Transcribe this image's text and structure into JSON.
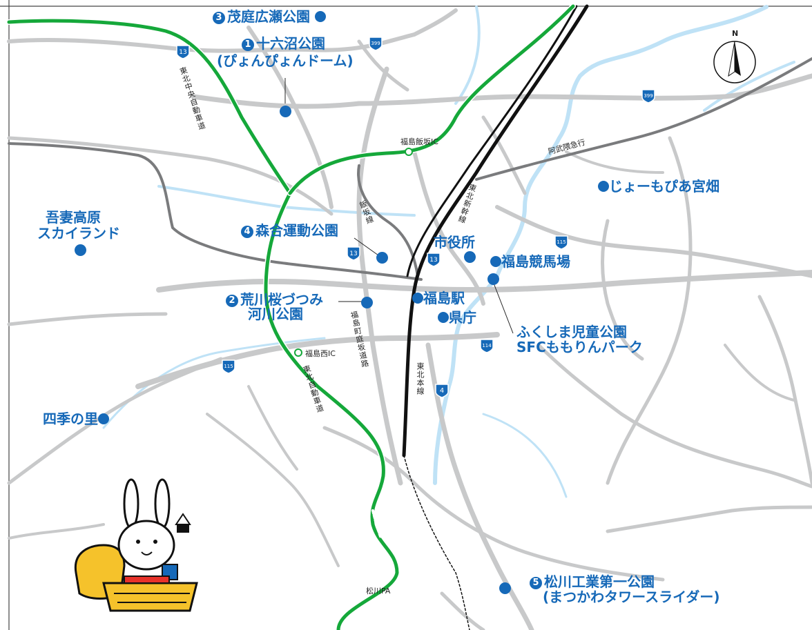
{
  "compass": {
    "north_label": "N"
  },
  "places": [
    {
      "id": "shigeniwa",
      "num": "3",
      "name": "茂庭広瀬公園"
    },
    {
      "id": "juroku",
      "num": "1",
      "name": "十六沼公園",
      "sub": "(ぴょんぴょんドーム)"
    },
    {
      "id": "azuma",
      "name": "吾妻高原",
      "sub": "スカイランド"
    },
    {
      "id": "moriai",
      "num": "4",
      "name": "森合運動公園"
    },
    {
      "id": "arakawa",
      "num": "2",
      "name": "荒川桜づつみ",
      "sub": "河川公園"
    },
    {
      "id": "shiki",
      "name": "四季の里"
    },
    {
      "id": "johmopia",
      "name": "じょーもぴあ宮畑"
    },
    {
      "id": "shiyakusho",
      "name": "市役所"
    },
    {
      "id": "keibajo",
      "name": "福島競馬場"
    },
    {
      "id": "eki",
      "name": "福島駅"
    },
    {
      "id": "kencho",
      "name": "県庁"
    },
    {
      "id": "jido",
      "name": "ふくしま児童公園",
      "sub": "SFCももりんパーク"
    },
    {
      "id": "matsukawa",
      "num": "5",
      "name": "松川工業第一公園",
      "sub": "(まつかわタワースライダー)"
    }
  ],
  "roads": {
    "tohoku_chuo": "東北中央自動車道",
    "tohoku_jido": "東北自動車道",
    "shinkansen": "東北新幹線",
    "honsen": "東北本線",
    "abukuma": "阿武隈急行",
    "iizaka_line": "飯坂線",
    "machi_road": "福島町庭坂道路",
    "iizaka_ic": "福島飯坂IC",
    "nishi_ic": "福島西IC",
    "matsukawa_pa": "松川PA"
  },
  "route_shields": [
    "13",
    "399",
    "399",
    "13",
    "13",
    "115",
    "115",
    "114",
    "4"
  ],
  "colors": {
    "place_blue": "#1669b8",
    "expressway_green": "#15a83a",
    "road_gray": "#c8c9ca",
    "river_blue": "#bfe2f6",
    "rail_black": "#111111",
    "mascot_yellow": "#f5c22b"
  }
}
